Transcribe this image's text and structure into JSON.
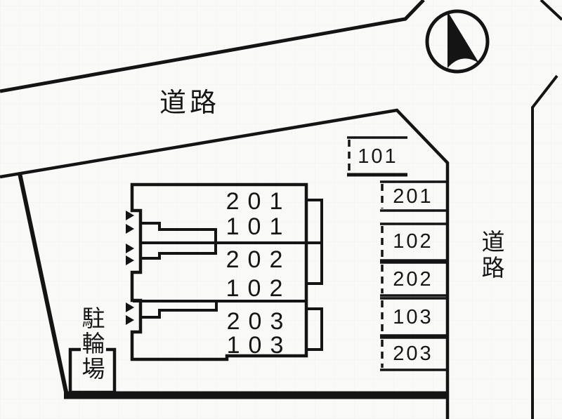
{
  "colors": {
    "line": "#141414",
    "background": "#f9f9f8"
  },
  "roads": {
    "top_label": "道路",
    "right_label": "道路"
  },
  "bike_parking": {
    "label": "駐輪場"
  },
  "compass": {
    "icon": "north-arrow-icon"
  },
  "building": {
    "rooms": [
      {
        "label": "201"
      },
      {
        "label": "101"
      },
      {
        "label": "202"
      },
      {
        "label": "102"
      },
      {
        "label": "203"
      },
      {
        "label": "103"
      }
    ]
  },
  "parking": {
    "spaces": [
      {
        "label": "101"
      },
      {
        "label": "201"
      },
      {
        "label": "102"
      },
      {
        "label": "202"
      },
      {
        "label": "103"
      },
      {
        "label": "203"
      }
    ]
  }
}
